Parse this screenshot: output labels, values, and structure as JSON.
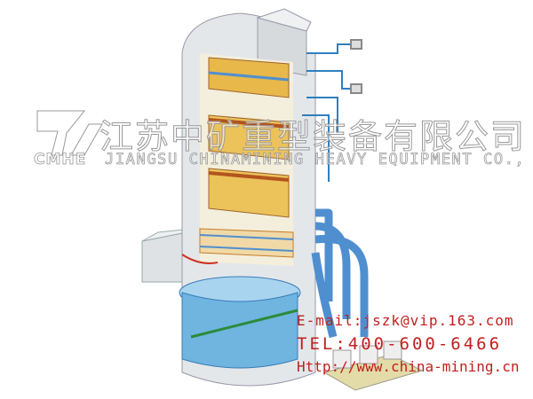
{
  "watermark": {
    "logo_text": "CMHE",
    "company_cn": "江苏中矿重型装备有限公司",
    "company_en": "JIANGSU CHINAMINING HEAVY EQUIPMENT CO., LTD."
  },
  "contact": {
    "email": "E-mail:jszk@vip.163.com",
    "tel": "TEL:400-600-6466",
    "web": "Http://www.china-mining.cn"
  },
  "colors": {
    "tower": "#e6e8ea",
    "packing": "#e8b84a",
    "pipe": "#4f8fd0",
    "liquid": "#6fb5e0",
    "text": "#c0201f"
  }
}
